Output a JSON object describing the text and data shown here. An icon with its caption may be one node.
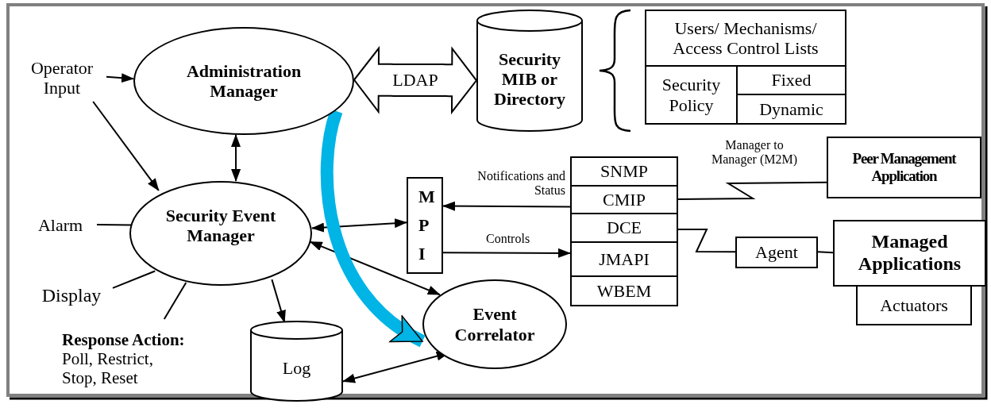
{
  "diagram": {
    "nodes": [
      {
        "text": [
          "Operator Input"
        ]
      },
      {
        "text": [
          "Administration Manager"
        ]
      },
      {
        "text": [
          "Security MIB or Directory"
        ]
      },
      {
        "text": [
          "Security Event Manager"
        ]
      },
      {
        "text": [
          "M P I"
        ]
      },
      {
        "text": [
          "SNMP"
        ]
      },
      {
        "text": [
          "CMIP"
        ]
      },
      {
        "text": [
          "DCE"
        ]
      },
      {
        "text": [
          "JMAPI"
        ]
      },
      {
        "text": [
          "WBEM"
        ]
      },
      {
        "text": [
          "Peer Management Application"
        ]
      },
      {
        "text": [
          "Agent"
        ]
      },
      {
        "text": [
          "Managed Applications"
        ]
      },
      {
        "text": [
          "Actuators"
        ]
      },
      {
        "text": [
          "Event Correlator"
        ]
      },
      {
        "text": [
          "Log"
        ]
      },
      {
        "text": [
          "Alarm"
        ]
      },
      {
        "text": [
          "Display"
        ]
      },
      {
        "text": [
          "Response Action:",
          "Poll, Restrict, Stop, Reset"
        ]
      }
    ],
    "edges": [
      {
        "from": 0,
        "to": 1,
        "arrow": "to"
      },
      {
        "from": 0,
        "to": 3,
        "arrow": "to"
      },
      {
        "from": 1,
        "to": 3,
        "arrow": "both"
      },
      {
        "from": 1,
        "to": 2,
        "arrow": "both",
        "label": "LDAP",
        "style": "thick"
      },
      {
        "from": 6,
        "to": 4,
        "arrow": "to",
        "label": "Notifications and Status"
      },
      {
        "from": 4,
        "to": 8,
        "arrow": "to",
        "label": "Controls"
      },
      {
        "from": 3,
        "to": 4,
        "arrow": "both"
      },
      {
        "from": 3,
        "to": 14,
        "arrow": "both"
      },
      {
        "from": 3,
        "to": 15,
        "arrow": "to"
      },
      {
        "from": 15,
        "to": 14,
        "arrow": "both"
      },
      {
        "from": 16,
        "to": 3,
        "arrow": "none"
      },
      {
        "from": 17,
        "to": 3,
        "arrow": "none"
      },
      {
        "from": 18,
        "to": 3,
        "arrow": "none"
      },
      {
        "from": 6,
        "to": 10,
        "arrow": "none",
        "label": "Manager to Manager (M2M)"
      },
      {
        "from": 7,
        "to": 11,
        "arrow": "none"
      },
      {
        "from": 11,
        "to": 12,
        "arrow": "none"
      },
      {
        "from": 1,
        "to": 14,
        "arrow": "to",
        "style": "thick",
        "color": "#00b4e6"
      }
    ],
    "labels": [
      "Users/ Mechanisms/ Access Control Lists",
      "Security Policy",
      "Fixed",
      "Dynamic"
    ]
  }
}
